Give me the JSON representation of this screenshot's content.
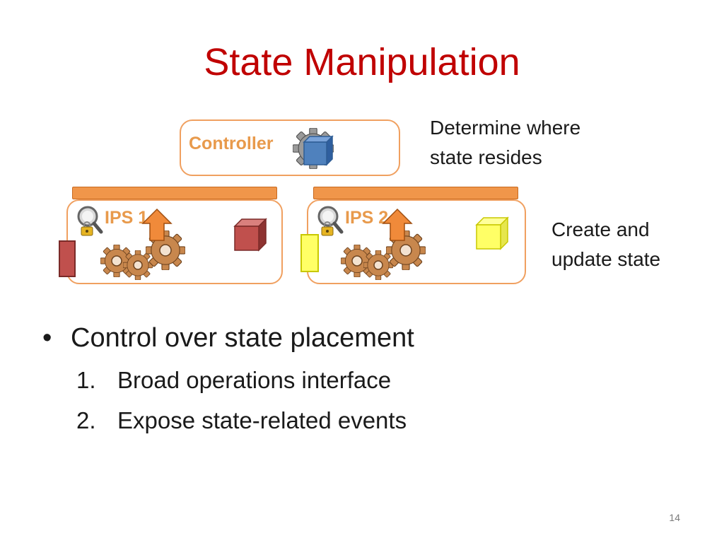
{
  "slide": {
    "title": "State Manipulation",
    "page_number": "14"
  },
  "diagram": {
    "controller_label": "Controller",
    "ips1_label": "IPS 1",
    "ips2_label": "IPS 2",
    "annotation_top_line1": "Determine where",
    "annotation_top_line2": "state resides",
    "annotation_right_line1": "Create and",
    "annotation_right_line2": "update state"
  },
  "bullets": {
    "main": "Control over state placement",
    "items": [
      {
        "number": "1.",
        "text": "Broad operations interface"
      },
      {
        "number": "2.",
        "text": "Expose state-related events"
      }
    ]
  },
  "colors": {
    "title": "#c00000",
    "box_border": "#f0a060",
    "box_label": "#e89a4c",
    "bar": "#f0964a",
    "red_state": "#c0504d",
    "yellow_state": "#ffff66",
    "controller_cube": "#4f81bd",
    "gear": "#c8874d"
  },
  "icons": {
    "controller": "gear-with-cube-icon",
    "ips_logo": "magnifier-padlock-icon",
    "processing": "gears-with-arrow-icon",
    "state": "cube-icon"
  }
}
